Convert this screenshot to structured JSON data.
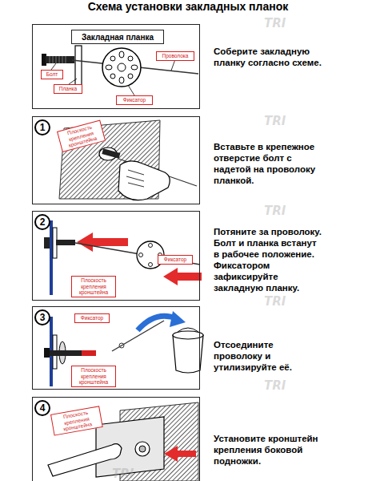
{
  "diagram": {
    "title": "Схема установки закладных планок",
    "nodes": [
      {
        "text": [
          "Соберите закладную планку согласно схеме."
        ]
      },
      {
        "text": [
          "Закладная планка"
        ],
        "in": 0
      },
      {
        "text": [
          "Болт"
        ],
        "in": 0
      },
      {
        "text": [
          "Планка"
        ],
        "in": 0
      },
      {
        "text": [
          "Проволока"
        ],
        "in": 0
      },
      {
        "text": [
          "Фиксатор"
        ],
        "in": 0
      },
      {
        "text": [
          "Вставьте в крепежное отверстие болт с надетой на проволоку планкой."
        ]
      },
      {
        "text": [
          "1"
        ],
        "in": 6
      },
      {
        "text": [
          "Плоскость крепления кронштейна"
        ],
        "in": 6
      },
      {
        "text": [
          "Потяните за проволоку. Болт и планка встанут в рабочее положение. Фиксатором зафиксируйте закладную планку."
        ]
      },
      {
        "text": [
          "2"
        ],
        "in": 9
      },
      {
        "text": [
          "Фиксатор"
        ],
        "in": 9
      },
      {
        "text": [
          "Плоскость крепления кронштейна"
        ],
        "in": 9
      },
      {
        "text": [
          "Отсоедините проволоку и утилизируйте её."
        ]
      },
      {
        "text": [
          "3"
        ],
        "in": 13
      },
      {
        "text": [
          "Фиксатор"
        ],
        "in": 13
      },
      {
        "text": [
          "Плоскость крепления кронштейна"
        ],
        "in": 13
      },
      {
        "text": [
          "Установите кронштейн крепления боковой подножки."
        ]
      },
      {
        "text": [
          "4"
        ],
        "in": 17
      },
      {
        "text": [
          "Плоскость крепления кронштейна"
        ],
        "in": 17
      }
    ],
    "labels": [
      "TRI",
      "TRI",
      "TRI",
      "TRI",
      "TRI",
      "TRI"
    ]
  }
}
